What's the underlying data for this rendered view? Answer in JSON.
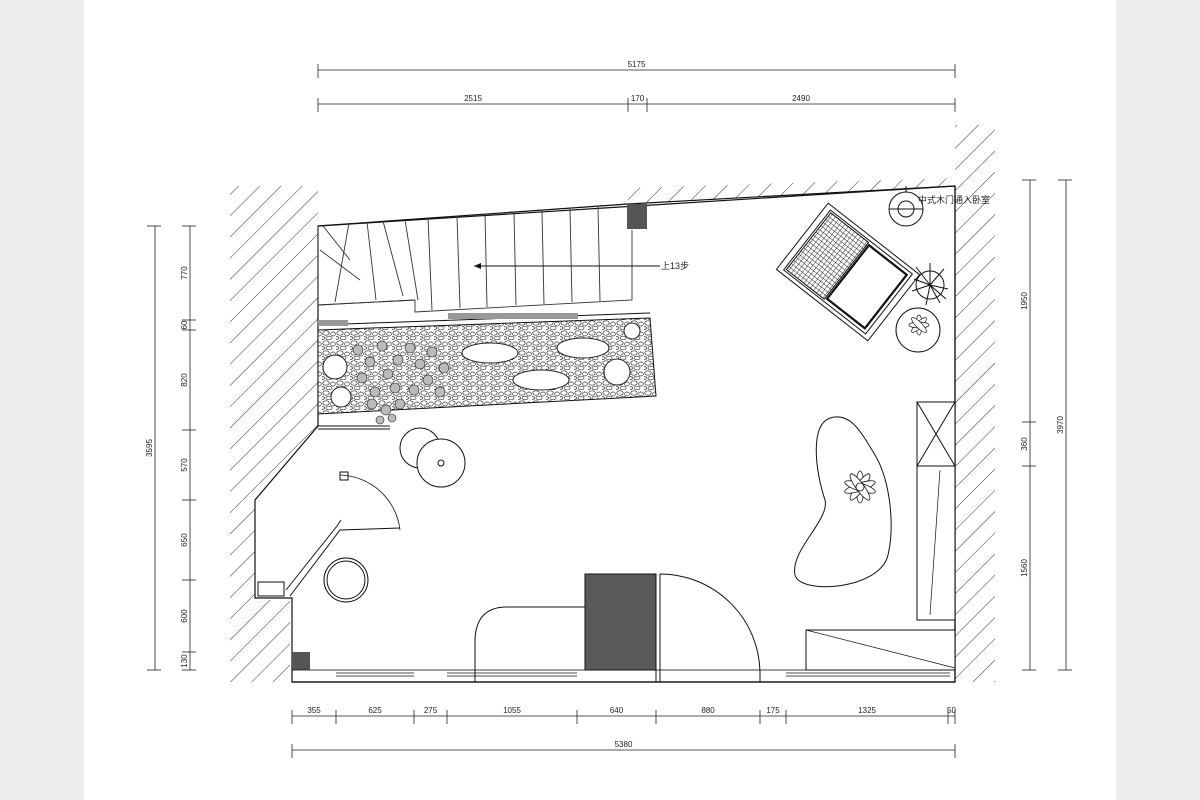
{
  "drawing": {
    "dimensions": {
      "top_overall": "5175",
      "top_segments": [
        "2515",
        "170",
        "2490"
      ],
      "bottom_overall": "5380",
      "bottom_segments": [
        "355",
        "625",
        "275",
        "1055",
        "640",
        "880",
        "175",
        "1325",
        "50"
      ],
      "left_overall": "3595",
      "left_segments": [
        "770",
        "60",
        "820",
        "570",
        "650",
        "600",
        "130"
      ],
      "right_overall": "3970",
      "right_segments": [
        "1950",
        "360",
        "1560"
      ]
    },
    "annotations": {
      "stair_note": "上13步",
      "door_note": "中式木门通入卧室"
    }
  }
}
